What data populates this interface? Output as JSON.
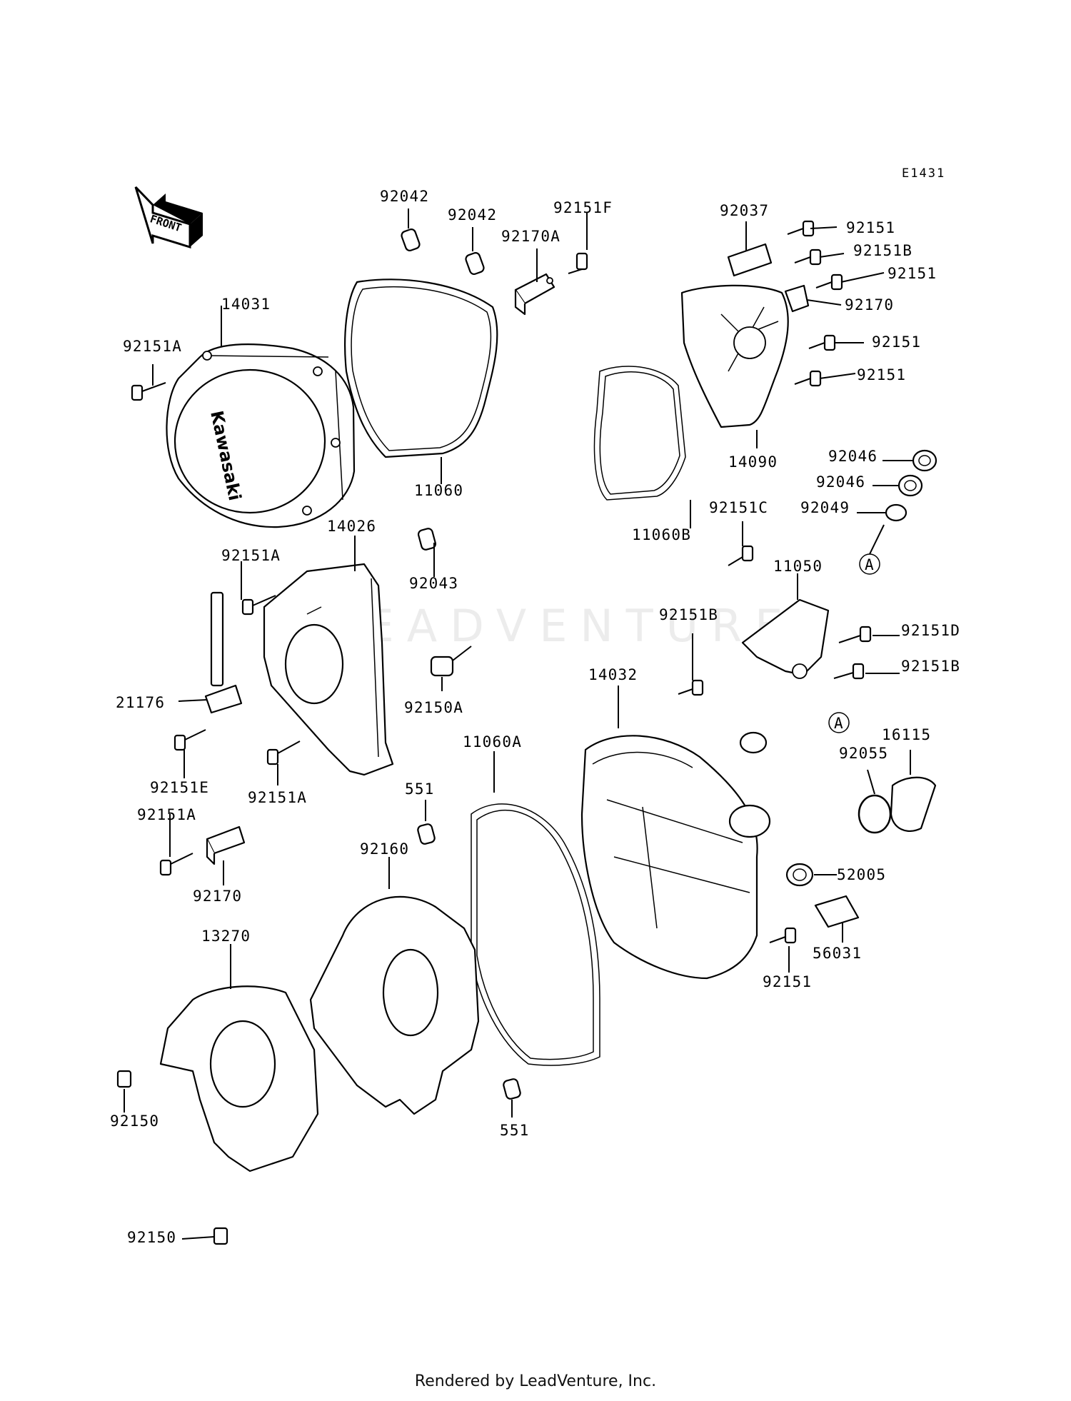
{
  "diagram_code": "E1431",
  "front_label": "FRONT",
  "brand_mark": "Kawasaki",
  "watermark": "LEADVENTURE",
  "callout_letter": "A",
  "part_labels": [
    "92042",
    "92042",
    "92151F",
    "92170A",
    "92037",
    "92151",
    "92151B",
    "92151",
    "92170",
    "92151",
    "92151",
    "14090",
    "14031",
    "92151A",
    "11060",
    "11060B",
    "92046",
    "92046",
    "92049",
    "92151C",
    "11050",
    "14026",
    "92151A",
    "92043",
    "92151B",
    "92151D",
    "92151B",
    "21176",
    "92150A",
    "14032",
    "92151E",
    "92151A",
    "11060A",
    "16115",
    "92055",
    "551",
    "92151A",
    "92170",
    "92160",
    "52005",
    "56031",
    "92151",
    "13270",
    "92150",
    "551",
    "92150"
  ],
  "footer_text": "Rendered by LeadVenture, Inc."
}
